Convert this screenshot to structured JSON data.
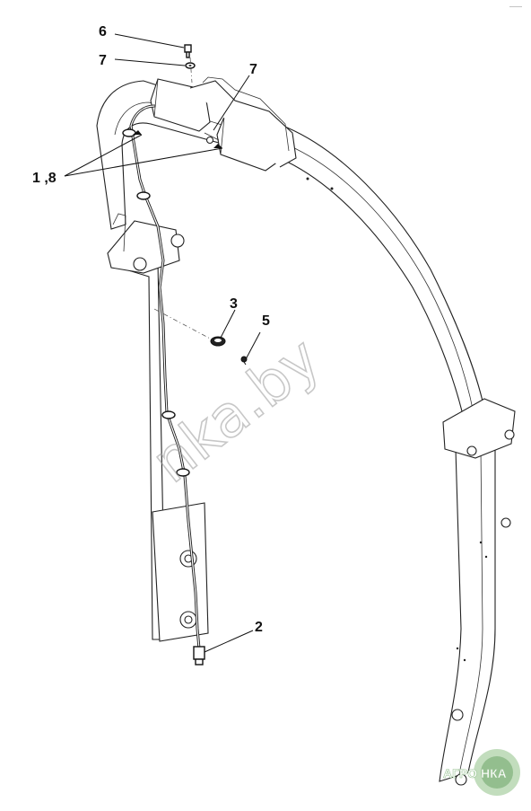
{
  "callouts": {
    "c6": "6",
    "c7a": "7",
    "c7b": "7",
    "c18": "1 ,8",
    "c3": "3",
    "c5": "5",
    "c2": "2"
  },
  "watermark": {
    "text": "nka.by"
  },
  "logo": {
    "text": "АГРО НКА",
    "ring_color": "#b7d7b2",
    "text_color": "#ffffff",
    "accent_color": "#7fb07a"
  },
  "corner_mark": "——",
  "colors": {
    "line": "#222222",
    "cable": "#1a1a1a",
    "background": "#ffffff"
  }
}
